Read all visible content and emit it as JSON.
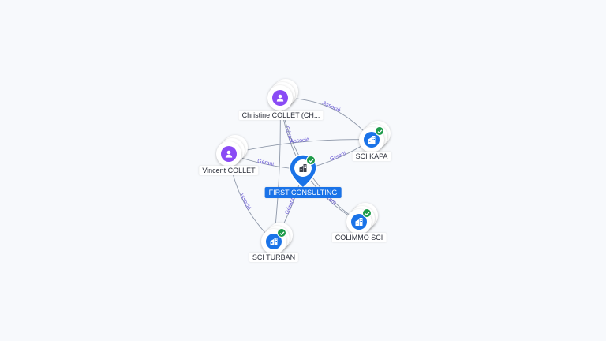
{
  "colors": {
    "person": "#8a4bf5",
    "company": "#1a73e8",
    "verified": "#1e9b4a",
    "edge": "#8d97a8",
    "edge_label": "#6a5ad6"
  },
  "nodes": {
    "christine": {
      "label": "Christine COLLET (CH...",
      "type": "person",
      "icon": "person-icon"
    },
    "vincent": {
      "label": "Vincent COLLET",
      "type": "person",
      "icon": "person-icon"
    },
    "first": {
      "label": "FIRST CONSULTING",
      "type": "company",
      "icon": "building-icon",
      "verified": true
    },
    "kapa": {
      "label": "SCI KAPA",
      "type": "company",
      "icon": "building-icon",
      "verified": true
    },
    "colimmo": {
      "label": "COLIMMO SCI",
      "type": "company",
      "icon": "building-icon",
      "verified": true
    },
    "turban": {
      "label": "SCI TURBAN",
      "type": "company",
      "icon": "building-icon",
      "verified": true
    }
  },
  "edges": [
    {
      "from": "christine",
      "to": "kapa",
      "label": "Associé"
    },
    {
      "from": "christine",
      "to": "first",
      "label": "Gérant"
    },
    {
      "from": "christine",
      "to": "colimmo",
      "label": "Associé"
    },
    {
      "from": "christine",
      "to": "turban",
      "label": ""
    },
    {
      "from": "vincent",
      "to": "kapa",
      "label": "Associé"
    },
    {
      "from": "vincent",
      "to": "first",
      "label": "Gérant"
    },
    {
      "from": "vincent",
      "to": "turban",
      "label": "Associé"
    },
    {
      "from": "first",
      "to": "kapa",
      "label": "Gérant"
    },
    {
      "from": "first",
      "to": "colimmo",
      "label": "Gérant"
    },
    {
      "from": "first",
      "to": "turban",
      "label": "Gérant"
    }
  ]
}
